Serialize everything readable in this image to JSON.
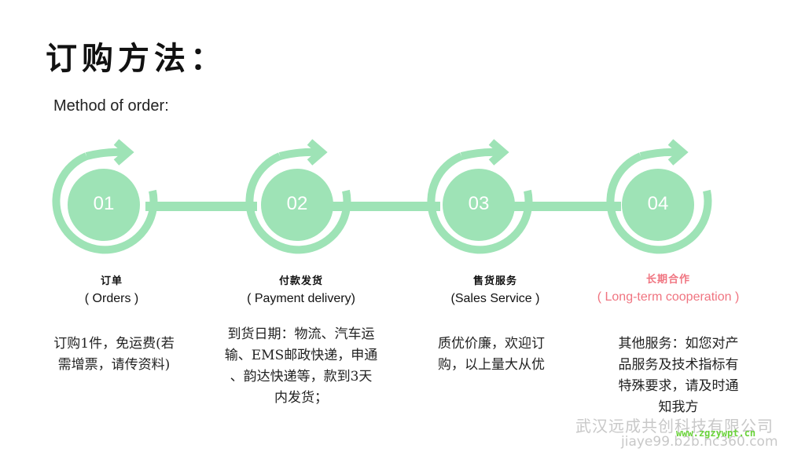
{
  "title": "订购方法：",
  "subtitle": "Method of order:",
  "steps": [
    {
      "number": "01",
      "title_cn": "订单",
      "title_en": "( Orders )",
      "desc_lines": [
        "订购1件，免运费(若",
        "需增票，请传资料)"
      ]
    },
    {
      "number": "02",
      "title_cn": "付款发货",
      "title_en": "( Payment delivery)",
      "desc_lines": [
        "到货日期：物流、汽车运",
        "输、EMS邮政快递，申通",
        "、韵达快递等，款到3天",
        "内发货；"
      ]
    },
    {
      "number": "03",
      "title_cn": "售货服务",
      "title_en": "(Sales Service )",
      "desc_lines": [
        "质优价廉，欢迎订",
        "购，以上量大从优"
      ]
    },
    {
      "number": "04",
      "title_cn": "长期合作",
      "title_en": "( Long-term cooperation )",
      "desc_lines": [
        "其他服务：如您对产",
        "品服务及技术指标有",
        "特殊要求，请及时通",
        "知我方"
      ]
    }
  ],
  "watermark": {
    "company": "武汉远成共创科技有限公司",
    "site": "www.zgzywpt.cn",
    "url": "jiaye99.b2b.hc360.com"
  },
  "colors": {
    "circle": "#9ee3b6",
    "accent": "#f07480"
  }
}
